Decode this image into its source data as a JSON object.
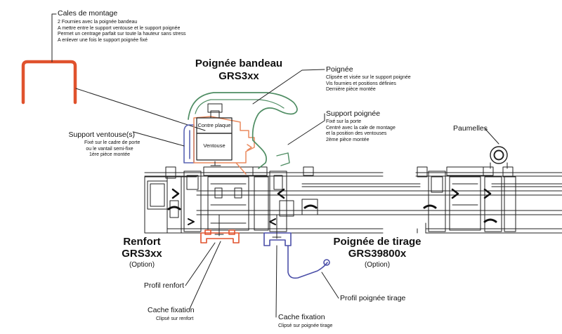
{
  "diagram": {
    "colors": {
      "line": "#222222",
      "cales": "#e0522d",
      "support_poignee": "#ea8a5e",
      "poignee": "#4f8d63",
      "support_ventouse": "#5a64b3",
      "renfort": "#e0522d",
      "poignee_tirage": "#4b4fa8"
    },
    "cales": {
      "title": "Cales de montage",
      "lines": [
        "2 Fournies avec la poignée bandeau",
        "A mettre entre le support ventouse et le support poignée",
        "Permet un centrage parfait sur toute la hauteur sans stress",
        "A enlever une fois le support poignée fixé"
      ]
    },
    "poignee_bandeau": {
      "line1": "Poignée bandeau",
      "line2": "GRS3xx"
    },
    "poignee": {
      "title": "Poignée",
      "lines": [
        "Clipsée et visée sur le support poignée",
        "Vis fournies et positions définies",
        "Dernière pièce montée"
      ]
    },
    "support_poignee": {
      "title": "Support poignée",
      "lines": [
        "Fixé sur la porte",
        "Centré avec la cale de montage",
        "et la position des ventouses",
        "2ème pièce montée"
      ]
    },
    "support_ventouse": {
      "title": "Support ventouse(s)",
      "lines": [
        "Fixé sur le cadre de porte",
        "ou le vantail semi-fixe",
        "1ère pièce montée"
      ]
    },
    "contre_plaque": "Contre plaque",
    "ventouse": "Ventouse",
    "paumelles": "Paumelles",
    "renfort": {
      "line1": "Renfort",
      "line2": "GRS3xx",
      "option": "(Option)"
    },
    "poignee_tirage": {
      "line1": "Poignée de tirage",
      "line2": "GRS39800x",
      "option": "(Option)"
    },
    "profil_renfort": "Profil renfort",
    "cache_fixation_1": {
      "title": "Cache fixation",
      "sub": "Clipsé sur renfort"
    },
    "profil_poignee_tirage": "Profil poignée tirage",
    "cache_fixation_2": {
      "title": "Cache fixation",
      "sub": "Clipsé sur poignée tirage"
    }
  }
}
